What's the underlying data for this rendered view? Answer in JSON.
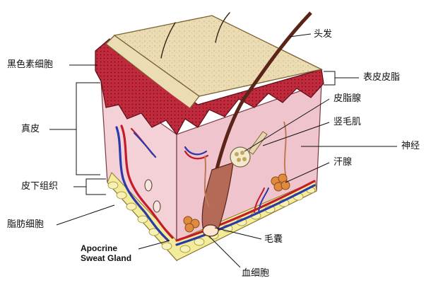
{
  "labels": {
    "hair": "头发",
    "melanocyte": "黑色素细胞",
    "epidermis_sebum": "表皮皮脂",
    "sebaceous_gland": "皮脂腺",
    "dermis": "真皮",
    "arrector_pili": "竖毛肌",
    "nerve": "神经",
    "sweat_gland": "汗腺",
    "subcutaneous": "皮下组织",
    "adipocyte": "脂肪细胞",
    "apocrine_line1": "Apocrine",
    "apocrine_line2": "Sweat Gland",
    "follicle": "毛囊",
    "blood_cell": "血细胞"
  },
  "colors": {
    "surface": "#ecdcb4",
    "epidermis": "#c02a3c",
    "dermis": "#f3cdd4",
    "artery": "#c41a2a",
    "vein": "#2a3aa8",
    "fat": "#f3ec9a",
    "gland": "#e08a40",
    "hair": "#5a2418"
  }
}
